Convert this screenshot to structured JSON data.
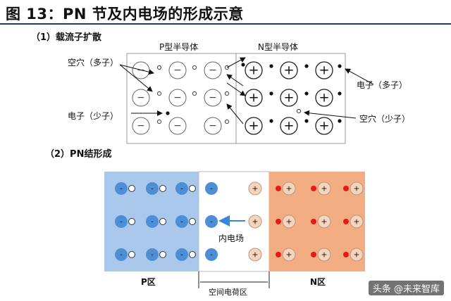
{
  "title": "图 13：PN 节及内电场的形成示意",
  "section1": {
    "heading": "（1）载流子扩散",
    "p_label": "P型半导体",
    "n_label": "N型半导体",
    "left_label_top": "空穴（多子）",
    "left_label_bottom": "电子（少子）",
    "right_label_top": "电子（多子）",
    "right_label_bottom": "空穴（少子）",
    "minus_sign": "−",
    "plus_sign": "+"
  },
  "section2": {
    "heading": "（2）PN结形成",
    "p_region_label": "P区",
    "n_region_label": "N区",
    "depletion_label": "空间电荷区",
    "field_label": "内电场",
    "minus_sign": "-",
    "plus_sign": "+"
  },
  "watermark": "头条 @未来智库",
  "colors": {
    "p_region": "#a9c8ec",
    "n_region": "#f3ad83",
    "ion_blue": "#4c8fd6",
    "ion_orange": "#f6d5bd",
    "electron_red": "#e81818",
    "arrow_blue": "#3a86d8",
    "title_rule": "#1f3e6e"
  }
}
